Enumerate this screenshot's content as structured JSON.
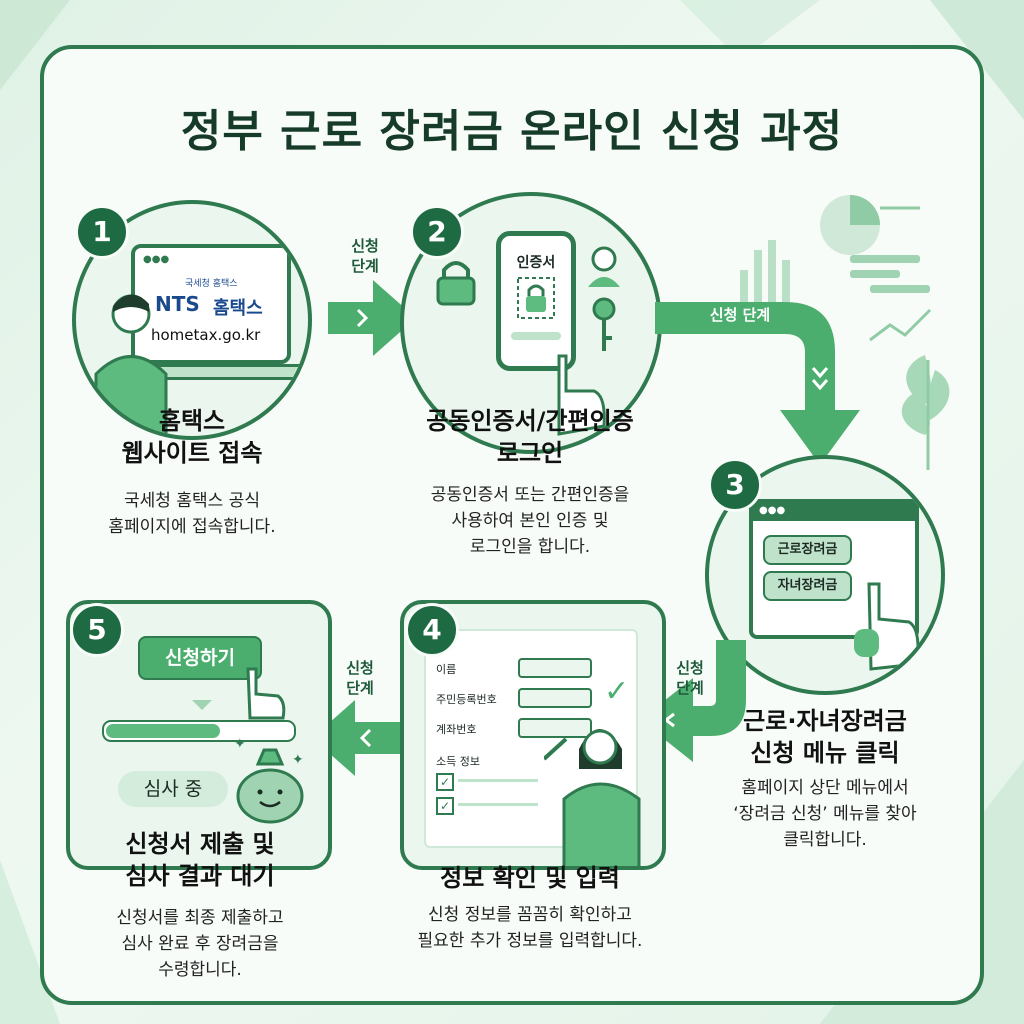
{
  "title": "정부 근로 장려금 온라인 신청 과정",
  "arrow_label": "신청 단계",
  "arrow_label_stacked": [
    "신청",
    "단계"
  ],
  "steps": [
    {
      "num": "1",
      "title": [
        "홈택스",
        "웹사이트 접속"
      ],
      "desc": [
        "국세청 홈택스 공식",
        "홈페이지에 접속합니다."
      ]
    },
    {
      "num": "2",
      "title": [
        "공동인증서/간편인증",
        "로그인"
      ],
      "desc": [
        "공동인증서 또는 간편인증을",
        "사용하여 본인 인증 및",
        "로그인을 합니다."
      ]
    },
    {
      "num": "3",
      "title": [
        "근로·자녀장려금",
        "신청 메뉴 클릭"
      ],
      "desc": [
        "홈페이지 상단 메뉴에서",
        "‘장려금 신청’ 메뉴를 찾아",
        "클릭합니다."
      ]
    },
    {
      "num": "4",
      "title": [
        "정보 확인 및 입력"
      ],
      "desc": [
        "신청 정보를 꼼꼼히 확인하고",
        "필요한 추가 정보를 입력합니다."
      ]
    },
    {
      "num": "5",
      "title": [
        "신청서 제출 및",
        "심사 결과 대기"
      ],
      "desc": [
        "신청서를 최종 제출하고",
        "심사 완료 후 장려금을",
        "수령합니다."
      ]
    }
  ],
  "step1_ui": {
    "org": "국세청 홈택스",
    "brand_nts": "NTS",
    "brand_name": "홈택스",
    "url": "hometax.go.kr"
  },
  "step2_ui": {
    "phone_label": "인증서"
  },
  "step3_ui": {
    "menu1": "근로장려금",
    "menu2": "자녀장려금"
  },
  "step4_ui": {
    "fields": [
      "이름",
      "주민등록번호",
      "계좌번호"
    ],
    "section": "소득 정보"
  },
  "step5_ui": {
    "submit": "신청하기",
    "status": "심사 중"
  },
  "colors": {
    "primary": "#2f7a4f",
    "accent": "#4cae6e",
    "light": "#eaf6ee",
    "badge": "#1e6b43"
  }
}
